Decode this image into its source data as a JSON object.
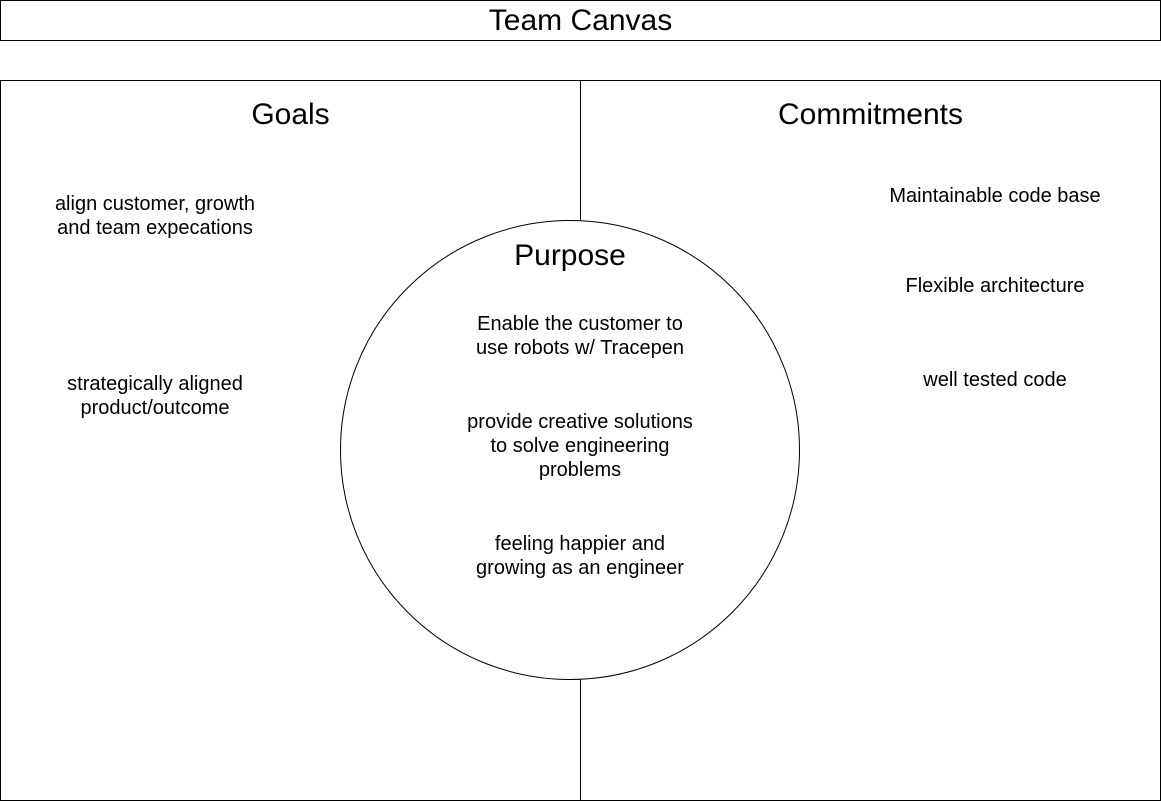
{
  "title": "Team Canvas",
  "goals": {
    "heading": "Goals",
    "items": [
      "align customer, growth\nand team expecations",
      "strategically aligned\nproduct/outcome"
    ]
  },
  "commitments": {
    "heading": "Commitments",
    "items": [
      "Maintainable code base",
      "Flexible architecture",
      "well tested code"
    ]
  },
  "purpose": {
    "heading": "Purpose",
    "items": [
      "Enable the customer to\nuse robots w/ Tracepen",
      "provide creative solutions\nto solve engineering\nproblems",
      "feeling happier and\ngrowing as an engineer"
    ]
  }
}
